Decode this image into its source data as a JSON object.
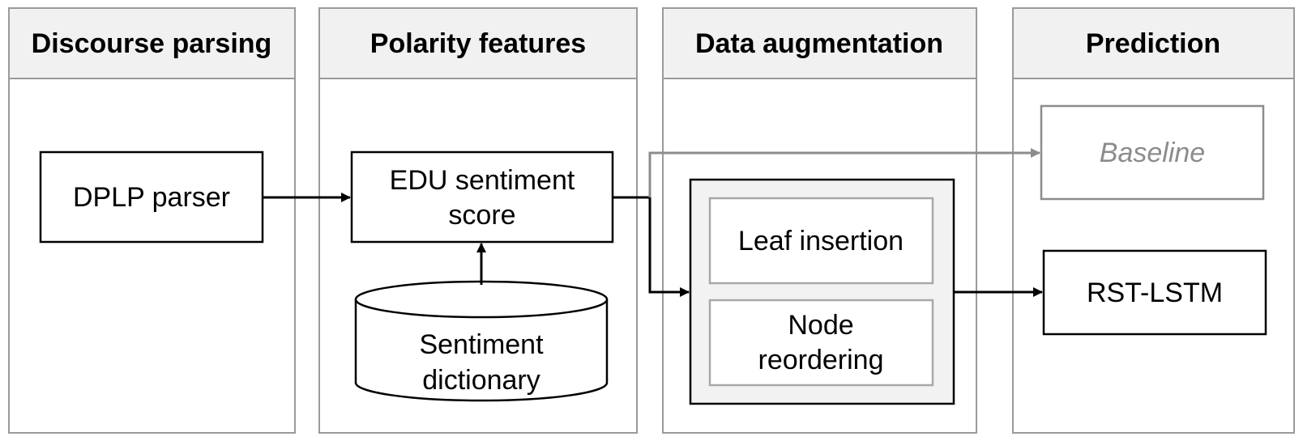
{
  "panels": [
    {
      "title": "Discourse parsing"
    },
    {
      "title": "Polarity features"
    },
    {
      "title": "Data augmentation"
    },
    {
      "title": "Prediction"
    }
  ],
  "nodes": {
    "parser": {
      "label": "DPLP parser"
    },
    "edu_score": {
      "line1": "EDU sentiment",
      "line2": "score"
    },
    "dictionary": {
      "line1": "Sentiment",
      "line2": "dictionary"
    },
    "leaf_insertion": {
      "label": "Leaf insertion"
    },
    "node_reordering": {
      "line1": "Node",
      "line2": "reordering"
    },
    "baseline": {
      "label": "Baseline"
    },
    "rst_lstm": {
      "label": "RST-LSTM"
    }
  },
  "colors": {
    "panel_header": "#f1f1f1",
    "panel_border": "#9a9a9a",
    "baseline_grey": "#8c8c8c",
    "augmentation_fill": "#f2f2f2"
  }
}
